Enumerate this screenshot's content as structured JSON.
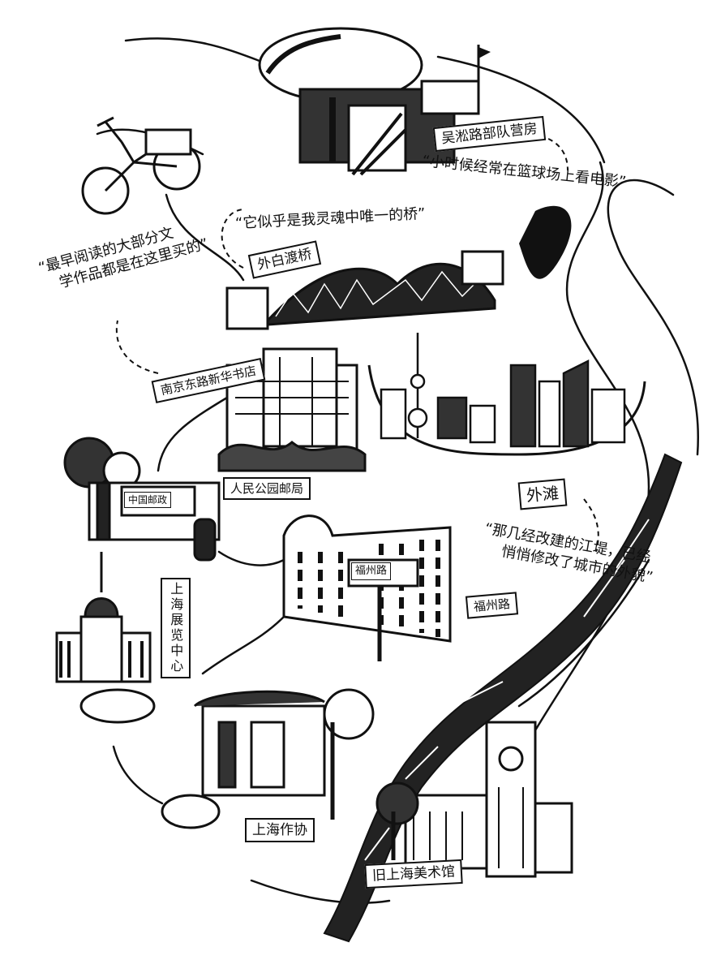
{
  "title": "上海手绘地图",
  "places": {
    "barracks": "吴淞路部队营房",
    "bridge": "外白渡桥",
    "bookstore": "南京东路新华书店",
    "post_office": "人民公园邮局",
    "post_sign": "中国邮政",
    "bund": "外滩",
    "fuzhou_road": "福州路",
    "fuzhou_sign": "福州路",
    "exhibition": "上海展览中心",
    "writers": "上海作协",
    "art_museum": "旧上海美术馆"
  },
  "quotes": {
    "barracks": "“小时候经常在篮球场上看电影”",
    "bridge": "“它似乎是我灵魂中唯一的桥”",
    "bookstore_line1": "“最早阅读的大部分文",
    "bookstore_line2": "学作品都是在这里买的”",
    "bund_line1": "“那几经改建的江堤，已经",
    "bund_line2": "悄悄修改了城市的外貌”"
  },
  "colors": {
    "ink": "#111111",
    "paper": "#ffffff"
  }
}
